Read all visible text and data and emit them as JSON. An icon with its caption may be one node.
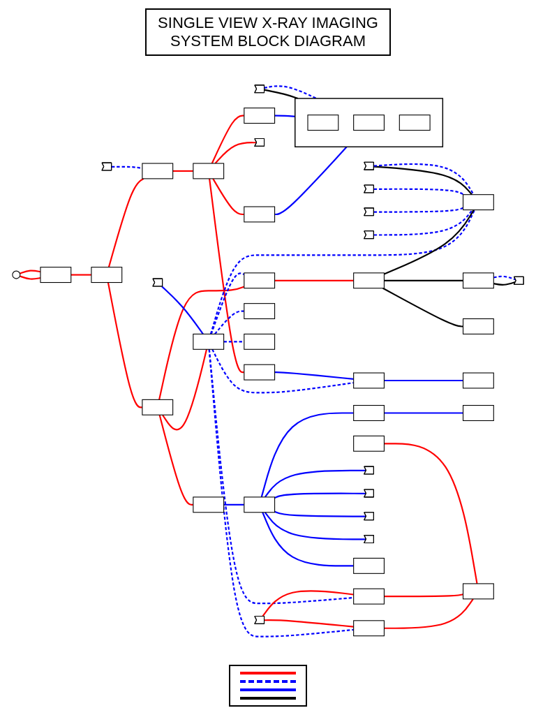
{
  "diagram": {
    "title": "SINGLE VIEW X-RAY IMAGING SYSTEM BLOCK DIAGRAM",
    "nodes": [
      {
        "text": [],
        "shape": "pentagon"
      },
      {
        "text": [],
        "shape": "box"
      },
      {
        "text": [],
        "shape": "box",
        "in": 1
      },
      {
        "text": [],
        "shape": "pentagon"
      },
      {
        "text": [],
        "shape": "box",
        "in": 1
      },
      {
        "text": [],
        "shape": "box"
      },
      {
        "text": [],
        "shape": "circle"
      },
      {
        "text": [],
        "shape": "box"
      },
      {
        "text": [],
        "shape": "box"
      },
      {
        "text": [],
        "shape": "box"
      },
      {
        "text": [],
        "shape": "box"
      },
      {
        "text": [],
        "shape": "box"
      },
      {
        "text": [],
        "shape": "box",
        "in": 1
      },
      {
        "text": [],
        "shape": "box"
      },
      {
        "text": [],
        "shape": "pentagon"
      },
      {
        "text": [],
        "shape": "box"
      },
      {
        "text": [],
        "shape": "pentagon"
      },
      {
        "text": [],
        "shape": "box"
      },
      {
        "text": [],
        "shape": "box"
      },
      {
        "text": [],
        "shape": "box"
      },
      {
        "text": [],
        "shape": "box"
      },
      {
        "text": [],
        "shape": "box"
      },
      {
        "text": [],
        "shape": "box"
      },
      {
        "text": [],
        "shape": "pentagon"
      },
      {
        "text": [],
        "shape": "box"
      },
      {
        "text": [],
        "shape": "box"
      },
      {
        "text": [],
        "shape": "pentagon"
      },
      {
        "text": [],
        "shape": "box"
      },
      {
        "text": [],
        "shape": "box"
      },
      {
        "text": [],
        "shape": "pentagon"
      },
      {
        "text": [],
        "shape": "pentagon"
      },
      {
        "text": [],
        "shape": "pentagon"
      },
      {
        "text": [],
        "shape": "pentagon"
      },
      {
        "text": [],
        "shape": "box"
      },
      {
        "text": [],
        "shape": "box"
      },
      {
        "text": [],
        "shape": "box"
      },
      {
        "text": [],
        "shape": "pentagon"
      },
      {
        "text": [],
        "shape": "pentagon"
      },
      {
        "text": [],
        "shape": "box"
      },
      {
        "text": [],
        "shape": "pentagon"
      },
      {
        "text": [],
        "shape": "pentagon"
      },
      {
        "text": [],
        "shape": "box"
      },
      {
        "text": [],
        "shape": "box"
      },
      {
        "text": [],
        "shape": "box"
      },
      {
        "text": [],
        "shape": "box"
      },
      {
        "text": [],
        "shape": "box"
      }
    ],
    "edges": [
      {
        "from": 6,
        "to": 7,
        "arrow": "none",
        "color": "#ff0000"
      },
      {
        "from": 6,
        "to": 7,
        "arrow": "none",
        "color": "#ff0000"
      },
      {
        "from": 7,
        "to": 8,
        "arrow": "none",
        "color": "#ff0000"
      },
      {
        "from": 8,
        "to": 9,
        "arrow": "none",
        "color": "#ff0000"
      },
      {
        "from": 8,
        "to": 13,
        "arrow": "none",
        "color": "#ff0000"
      },
      {
        "from": 3,
        "to": 9,
        "arrow": "none",
        "style": "dashed",
        "color": "#0000ff"
      },
      {
        "from": 9,
        "to": 10,
        "arrow": "none",
        "color": "#ff0000"
      },
      {
        "from": 10,
        "to": 5,
        "arrow": "none",
        "color": "#ff0000"
      },
      {
        "from": 10,
        "to": 11,
        "arrow": "none",
        "color": "#ff0000"
      },
      {
        "from": 10,
        "to": 16,
        "arrow": "none",
        "color": "#ff0000"
      },
      {
        "from": 10,
        "to": 19,
        "arrow": "none",
        "color": "#ff0000"
      },
      {
        "from": 5,
        "to": 1,
        "arrow": "none",
        "color": "#0000ff"
      },
      {
        "from": 11,
        "to": 1,
        "arrow": "none",
        "color": "#0000ff"
      },
      {
        "from": 0,
        "to": 1,
        "arrow": "none",
        "color": "#000000"
      },
      {
        "from": 0,
        "to": 1,
        "arrow": "none",
        "style": "dashed",
        "color": "#0000ff"
      },
      {
        "from": 13,
        "to": 22,
        "arrow": "none",
        "color": "#ff0000"
      },
      {
        "from": 13,
        "to": 17,
        "arrow": "none",
        "color": "#ff0000"
      },
      {
        "from": 13,
        "to": 33,
        "arrow": "none",
        "color": "#ff0000"
      },
      {
        "from": 14,
        "to": 17,
        "arrow": "none",
        "color": "#0000ff"
      },
      {
        "from": 17,
        "to": 22,
        "arrow": "none",
        "style": "dashed",
        "color": "#0000ff"
      },
      {
        "from": 17,
        "to": 15,
        "arrow": "none",
        "style": "dashed",
        "color": "#0000ff"
      },
      {
        "from": 17,
        "to": 18,
        "arrow": "none",
        "style": "dashed",
        "color": "#0000ff"
      },
      {
        "from": 17,
        "to": 20,
        "arrow": "none",
        "style": "dashed",
        "color": "#0000ff"
      },
      {
        "from": 17,
        "to": 42,
        "arrow": "none",
        "style": "dashed",
        "color": "#0000ff"
      },
      {
        "from": 17,
        "to": 43,
        "arrow": "none",
        "style": "dashed",
        "color": "#0000ff"
      },
      {
        "from": 17,
        "to": 24,
        "arrow": "none",
        "style": "dashed",
        "color": "#0000ff"
      },
      {
        "from": 22,
        "to": 25,
        "arrow": "none",
        "color": "#ff0000"
      },
      {
        "from": 25,
        "to": 24,
        "arrow": "none",
        "color": "#000000"
      },
      {
        "from": 25,
        "to": 35,
        "arrow": "none",
        "color": "#000000"
      },
      {
        "from": 25,
        "to": 38,
        "arrow": "none",
        "color": "#000000"
      },
      {
        "from": 23,
        "to": 24,
        "arrow": "none",
        "style": "dashed",
        "color": "#0000ff"
      },
      {
        "from": 26,
        "to": 24,
        "arrow": "none",
        "style": "dashed",
        "color": "#0000ff"
      },
      {
        "from": 29,
        "to": 24,
        "arrow": "none",
        "style": "dashed",
        "color": "#0000ff"
      },
      {
        "from": 31,
        "to": 24,
        "arrow": "none",
        "color": "#000000"
      },
      {
        "from": 31,
        "to": 24,
        "arrow": "none",
        "style": "dashed",
        "color": "#0000ff"
      },
      {
        "from": 19,
        "to": 20,
        "arrow": "none",
        "color": "#0000ff"
      },
      {
        "from": 20,
        "to": 21,
        "arrow": "none",
        "color": "#0000ff"
      },
      {
        "from": 33,
        "to": 34,
        "arrow": "none",
        "color": "#0000ff"
      },
      {
        "from": 34,
        "to": 27,
        "arrow": "none",
        "color": "#0000ff"
      },
      {
        "from": 34,
        "to": 30,
        "arrow": "none",
        "color": "#0000ff"
      },
      {
        "from": 34,
        "to": 32,
        "arrow": "none",
        "color": "#0000ff"
      },
      {
        "from": 34,
        "to": 37,
        "arrow": "none",
        "color": "#0000ff"
      },
      {
        "from": 34,
        "to": 39,
        "arrow": "none",
        "color": "#0000ff"
      },
      {
        "from": 34,
        "to": 41,
        "arrow": "none",
        "color": "#0000ff"
      },
      {
        "from": 27,
        "to": 28,
        "arrow": "none",
        "color": "#0000ff"
      },
      {
        "from": 35,
        "to": 36,
        "arrow": "none",
        "color": "#000000"
      },
      {
        "from": 35,
        "to": 36,
        "arrow": "none",
        "style": "dashed",
        "color": "#0000ff"
      },
      {
        "from": 40,
        "to": 42,
        "arrow": "none",
        "color": "#ff0000"
      },
      {
        "from": 40,
        "to": 43,
        "arrow": "none",
        "color": "#ff0000"
      },
      {
        "from": 42,
        "to": 45,
        "arrow": "none",
        "color": "#ff0000"
      },
      {
        "from": 43,
        "to": 45,
        "arrow": "none",
        "color": "#ff0000"
      },
      {
        "from": 44,
        "to": 45,
        "arrow": "none",
        "color": "#ff0000"
      }
    ]
  }
}
